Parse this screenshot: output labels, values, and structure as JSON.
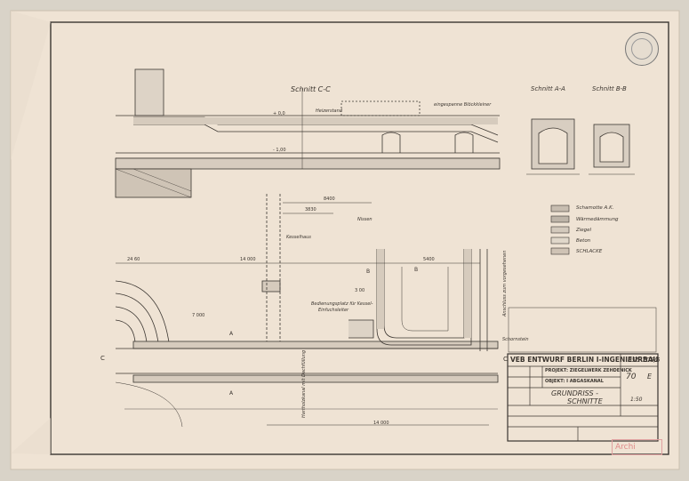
{
  "sections": {
    "cc_title": "Schnitt C-C",
    "aa_title": "Schnitt A-A",
    "bb_title": "Schnitt B-B"
  },
  "notes": {
    "heizerstand": "Heizerstand",
    "eingespanne": "eingespanne Blöckkleiner",
    "kesselhaus": "Kesselhaus",
    "bedienungsplatz_1": "Bedienungsplatz für Kessel-",
    "bedienungsplatz_2": "Einfuchsleiter",
    "anschluss": "Anschluss zum vorgesehenen",
    "schornstein": "Schornstein",
    "nissen": "Nissen",
    "drawing_ref": "Hartholzkanal mit Dachfüllung"
  },
  "dims": {
    "d1": "+ 0,0",
    "d2": "- 1,00",
    "d3": "8400",
    "d4": "3830",
    "d5": "24 60",
    "d6": "14 000",
    "d7": "5400",
    "d8": "3 00",
    "d9": "7 000",
    "d10": "14 000"
  },
  "markers": {
    "a_upper": "A",
    "a_lower": "A",
    "b_left": "B",
    "b_right": "B",
    "c_left": "C",
    "c_right": "C"
  },
  "legend": [
    {
      "label": "Schamotte A.K.",
      "fill": "#c7bdb0"
    },
    {
      "label": "Wärmedämmung",
      "fill": "#bdb4a8"
    },
    {
      "label": "Ziegel",
      "fill": "#d3c9bc"
    },
    {
      "label": "Beton",
      "fill": "#e0d7ca"
    },
    {
      "label": "SCHLACKE",
      "fill": "#cfc3b5"
    }
  ],
  "title_block": {
    "company": "VEB ENTWURF BERLIN I-INGENIEURBAU",
    "project": "PROJEKT: ZIEGELWERK ZEHDENICK",
    "object": "OBJEKT: I ABGASKANAL",
    "drawing_title_1": "GRUNDRISS -",
    "drawing_title_2": "SCHNITTE",
    "scale": "1:50",
    "drawing_no": "B55-705/5",
    "sheet_no": "70",
    "revision": "E"
  },
  "stamp": "Archi",
  "colors": {
    "paper": "#f0e4d6",
    "line": "#3b3631",
    "stamp": "#e08a8a"
  }
}
